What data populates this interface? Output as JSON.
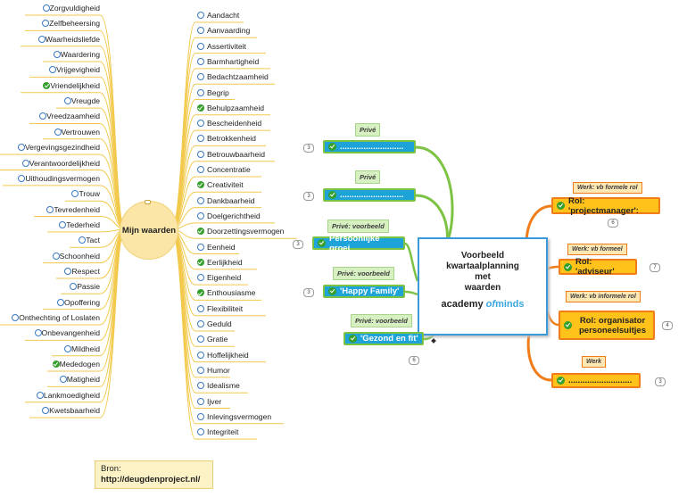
{
  "center": "Mijn waarden",
  "left_values": [
    {
      "label": "Zorgvuldigheid",
      "checked": false
    },
    {
      "label": "Zelfbeheersing",
      "checked": false
    },
    {
      "label": "Waarheidsliefde",
      "checked": false
    },
    {
      "label": "Waardering",
      "checked": false
    },
    {
      "label": "Vrijgevigheid",
      "checked": false
    },
    {
      "label": "Vriendelijkheid",
      "checked": true
    },
    {
      "label": "Vreugde",
      "checked": false
    },
    {
      "label": "Vreedzaamheid",
      "checked": false
    },
    {
      "label": "Vertrouwen",
      "checked": false
    },
    {
      "label": "Vergevingsgezindheid",
      "checked": false
    },
    {
      "label": "Verantwoordelijkheid",
      "checked": false
    },
    {
      "label": "Uithoudingsvermogen",
      "checked": false
    },
    {
      "label": "Trouw",
      "checked": false
    },
    {
      "label": "Tevredenheid",
      "checked": false
    },
    {
      "label": "Tederheid",
      "checked": false
    },
    {
      "label": "Tact",
      "checked": false
    },
    {
      "label": "Schoonheid",
      "checked": false
    },
    {
      "label": "Respect",
      "checked": false
    },
    {
      "label": "Passie",
      "checked": false
    },
    {
      "label": "Opoffering",
      "checked": false
    },
    {
      "label": "Onthechting of Loslaten",
      "checked": false
    },
    {
      "label": "Onbevangenheid",
      "checked": false
    },
    {
      "label": "Mildheid",
      "checked": false
    },
    {
      "label": "Mededogen",
      "checked": true
    },
    {
      "label": "Matigheid",
      "checked": false
    },
    {
      "label": "Lankmoedigheid",
      "checked": false
    },
    {
      "label": "Kwetsbaarheid",
      "checked": false
    }
  ],
  "right_values": [
    {
      "label": "Aandacht",
      "checked": false
    },
    {
      "label": "Aanvaarding",
      "checked": false
    },
    {
      "label": "Assertiviteit",
      "checked": false
    },
    {
      "label": "Barmhartigheid",
      "checked": false
    },
    {
      "label": "Bedachtzaamheid",
      "checked": false
    },
    {
      "label": "Begrip",
      "checked": false
    },
    {
      "label": "Behulpzaamheid",
      "checked": true
    },
    {
      "label": "Bescheidenheid",
      "checked": false
    },
    {
      "label": "Betrokkenheid",
      "checked": false
    },
    {
      "label": "Betrouwbaarheid",
      "checked": false
    },
    {
      "label": "Concentratie",
      "checked": false
    },
    {
      "label": "Creativiteit",
      "checked": true
    },
    {
      "label": "Dankbaarheid",
      "checked": false
    },
    {
      "label": "Doelgerichtheid",
      "checked": false
    },
    {
      "label": "Doorzettingsvermogen",
      "checked": true
    },
    {
      "label": "Eenheid",
      "checked": false
    },
    {
      "label": "Eerlijkheid",
      "checked": true
    },
    {
      "label": "Eigenheid",
      "checked": false
    },
    {
      "label": "Enthousiasme",
      "checked": true
    },
    {
      "label": "Flexibiliteit",
      "checked": false
    },
    {
      "label": "Geduld",
      "checked": false
    },
    {
      "label": "Gratie",
      "checked": false
    },
    {
      "label": "Hoffelijkheid",
      "checked": false
    },
    {
      "label": "Humor",
      "checked": false
    },
    {
      "label": "Idealisme",
      "checked": false
    },
    {
      "label": "Ijver",
      "checked": false
    },
    {
      "label": "Inlevingsvermogen",
      "checked": false
    },
    {
      "label": "Integriteit",
      "checked": false
    }
  ],
  "main_topic": {
    "title_lines": [
      "Voorbeeld",
      "kwartaalplanning",
      "met",
      "waarden"
    ],
    "logo_parts": [
      "academy ",
      "of",
      "minds"
    ]
  },
  "left_branches": [
    {
      "tag": "Privé",
      "label": "...........................",
      "badge": "3"
    },
    {
      "tag": "Privé",
      "label": "...........................",
      "badge": "3"
    },
    {
      "tag": "Privé: voorbeeld",
      "label": "Persoonlijke groei",
      "badge": "3"
    },
    {
      "tag": "Privé: voorbeeld",
      "label": "'Happy Family'",
      "badge": "3"
    },
    {
      "tag": "Privé: voorbeeld",
      "label": "'Gezond en fit'",
      "badge": "6"
    }
  ],
  "right_branches": [
    {
      "tag": "Werk: vb formele rol",
      "label": "Rol: 'projectmanager':",
      "badge": "6"
    },
    {
      "tag": "Werk: vb formeel",
      "label": "Rol: 'adviseur'",
      "badge": "7"
    },
    {
      "tag": "Werk: vb informele rol",
      "label": "Rol: organisator personeelsuitjes",
      "badge": "4"
    },
    {
      "tag": "Werk",
      "label": "...........................",
      "badge": "3"
    }
  ],
  "source": {
    "label": "Bron:",
    "url": "http://deugdenproject.nl/"
  },
  "colors": {
    "blue_topic": "#1ea3d8",
    "green_link": "#7cc243",
    "orange_topic": "#ffc21a",
    "orange_link": "#f07d1a",
    "center_fill": "#fbe6a8"
  }
}
